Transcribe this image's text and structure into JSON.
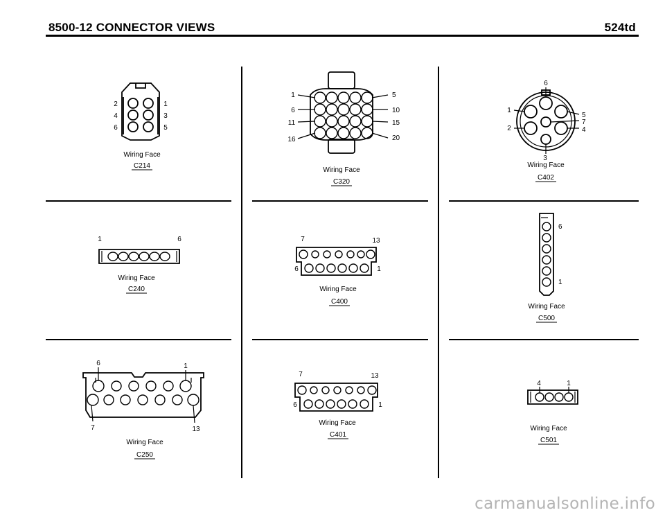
{
  "header": {
    "left": "8500-12   CONNECTOR VIEWS",
    "right": "524td"
  },
  "watermark": "carmanualsonline.info",
  "connectors": {
    "c214": {
      "face": "Wiring Face",
      "id": "C214",
      "pins": [
        "1",
        "2",
        "3",
        "4",
        "5",
        "6"
      ]
    },
    "c320": {
      "face": "Wiring Face",
      "id": "C320",
      "pins": [
        "1",
        "5",
        "6",
        "10",
        "11",
        "15",
        "16",
        "20"
      ]
    },
    "c402": {
      "face": "Wiring Face",
      "id": "C402",
      "pins": [
        "1",
        "2",
        "3",
        "4",
        "5",
        "6",
        "7"
      ]
    },
    "c240": {
      "face": "Wiring Face",
      "id": "C240",
      "pins": [
        "1",
        "6"
      ]
    },
    "c400": {
      "face": "Wiring Face",
      "id": "C400",
      "pins": [
        "7",
        "13",
        "6",
        "1"
      ]
    },
    "c500": {
      "face": "Wiring Face",
      "id": "C500",
      "pins": [
        "6",
        "1"
      ]
    },
    "c250": {
      "face": "Wiring Face",
      "id": "C250",
      "pins": [
        "6",
        "1",
        "7",
        "13"
      ]
    },
    "c401": {
      "face": "Wiring Face",
      "id": "C401",
      "pins": [
        "7",
        "13",
        "6",
        "1"
      ]
    },
    "c501": {
      "face": "Wiring Face",
      "id": "C501",
      "pins": [
        "4",
        "1"
      ]
    }
  }
}
